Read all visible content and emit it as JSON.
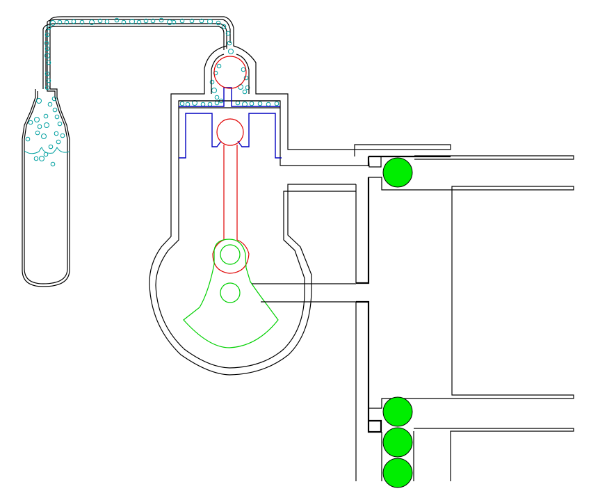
{
  "diagram": {
    "title": "",
    "colors": {
      "outline": "#000000",
      "piston": "#e00000",
      "valve": "#0000c0",
      "cam": "#00d000",
      "balls": "#00ee00",
      "gas": "#00a0a0",
      "background": "#ffffff"
    },
    "components": [
      {
        "id": "gas-bottle",
        "label": ""
      },
      {
        "id": "feed-pipe",
        "label": ""
      },
      {
        "id": "cylinder",
        "label": ""
      },
      {
        "id": "piston-rod",
        "label": ""
      },
      {
        "id": "crank-sector",
        "label": ""
      },
      {
        "id": "ball-channel",
        "label": ""
      }
    ],
    "ball_count": 4
  }
}
